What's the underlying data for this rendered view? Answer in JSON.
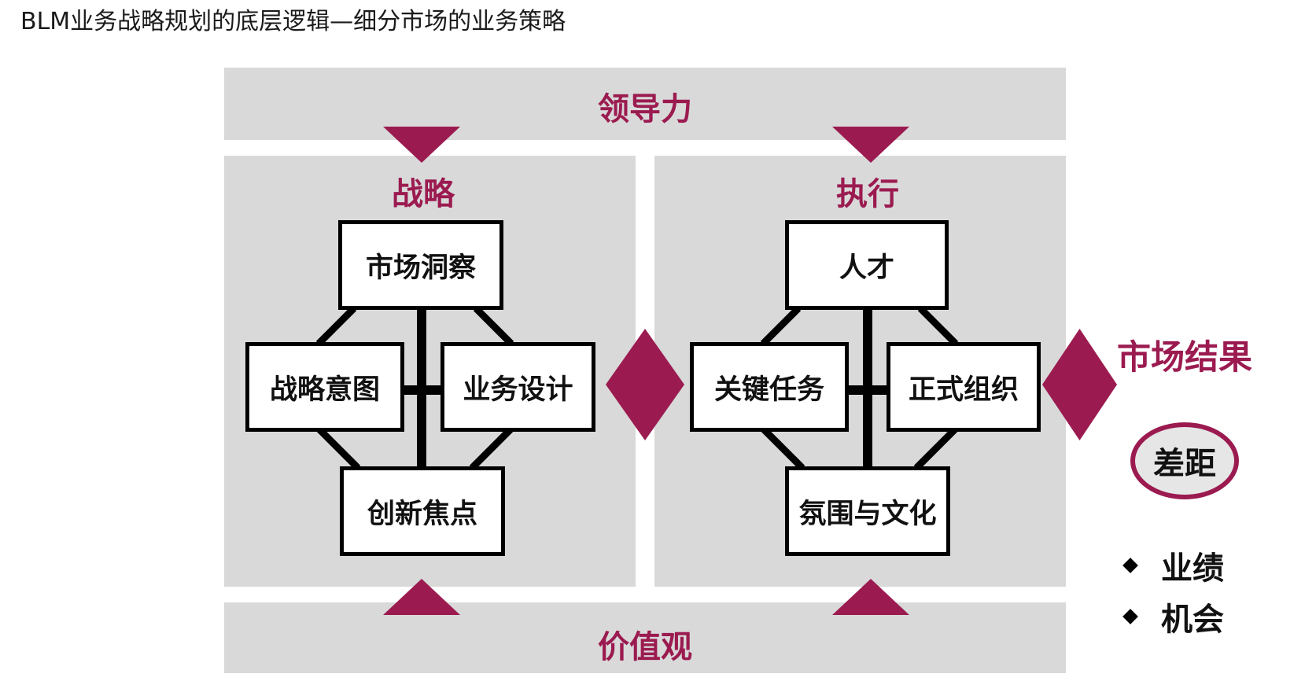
{
  "title": "BLM业务战略规划的底层逻辑—细分市场的业务策略",
  "diagram": {
    "leadership": "领导力",
    "values": "价值观",
    "strategy": {
      "label": "战略",
      "top": "市场洞察",
      "left": "战略意图",
      "right": "业务设计",
      "bottom": "创新焦点"
    },
    "execution": {
      "label": "执行",
      "top": "人才",
      "left": "关键任务",
      "right": "正式组织",
      "bottom": "氛围与文化"
    },
    "results": {
      "title": "市场结果",
      "gap": "差距",
      "bullets": [
        "业绩",
        "机会"
      ]
    },
    "colors": {
      "accent": "#9b1b50",
      "panel": "#d9d9d9"
    }
  }
}
